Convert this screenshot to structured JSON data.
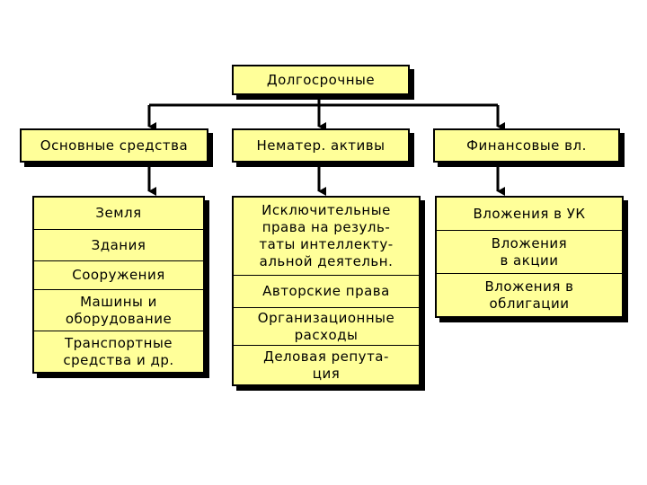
{
  "diagram": {
    "root": "Долгосрочные",
    "columns": [
      {
        "title": "Основные средства",
        "items": [
          "Земля",
          "Здания",
          "Сооружения",
          "Машины и\nоборудование",
          "Транспортные\nсредства и др."
        ]
      },
      {
        "title": "Нематер. активы",
        "items": [
          "Исключительные\nправа на резуль-\nтаты интеллекту-\nальной деятельн.",
          "Авторские права",
          "Организационные\nрасходы",
          "Деловая репута-\nция"
        ]
      },
      {
        "title": "Финансовые вл.",
        "items": [
          "Вложения в УК",
          "Вложения\nв акции",
          "Вложения в\nоблигации"
        ]
      }
    ]
  },
  "colors": {
    "box_fill": "#ffff99",
    "border": "#000000",
    "shadow": "#000000"
  }
}
